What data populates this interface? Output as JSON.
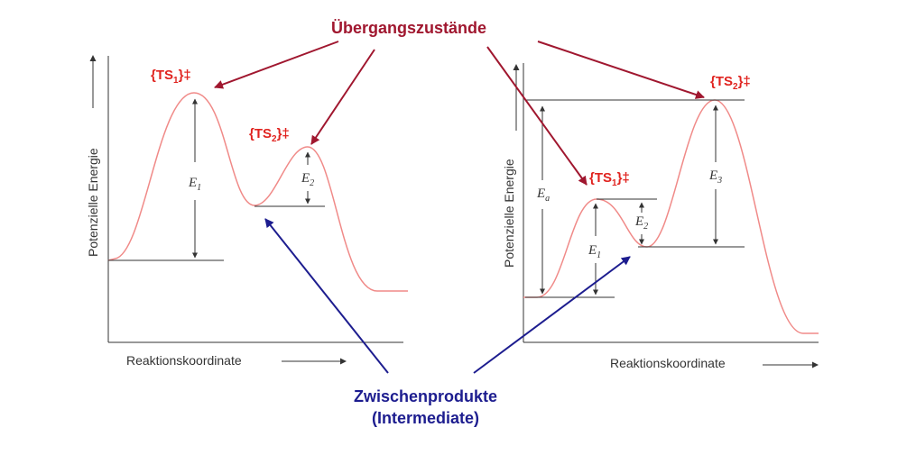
{
  "labels": {
    "transition_states": "Übergangszustände",
    "intermediates_line1": "Zwischenprodukte",
    "intermediates_line2": "(Intermediate)"
  },
  "left_diagram": {
    "y_axis": "Potenzielle Energie",
    "x_axis": "Reaktionskoordinate",
    "ts1": {
      "main": "{TS",
      "sub": "1",
      "close": "}‡"
    },
    "ts2": {
      "main": "{TS",
      "sub": "2",
      "close": "}‡"
    },
    "e1": {
      "main": "E",
      "sub": "1"
    },
    "e2": {
      "main": "E",
      "sub": "2"
    }
  },
  "right_diagram": {
    "y_axis": "Potenzielle Energie",
    "x_axis": "Reaktionskoordinate",
    "ts1": {
      "main": "{TS",
      "sub": "1",
      "close": "}‡"
    },
    "ts2": {
      "main": "{TS",
      "sub": "2",
      "close": "}‡"
    },
    "ea": {
      "main": "E",
      "sub": "a"
    },
    "e1": {
      "main": "E",
      "sub": "1"
    },
    "e2": {
      "main": "E",
      "sub": "2"
    },
    "e3": {
      "main": "E",
      "sub": "3"
    }
  },
  "colors": {
    "curve": "#f08a88",
    "red_arrow": "#a0172f",
    "blue_arrow": "#1d1d8f",
    "ts_label": "#e0231f"
  }
}
